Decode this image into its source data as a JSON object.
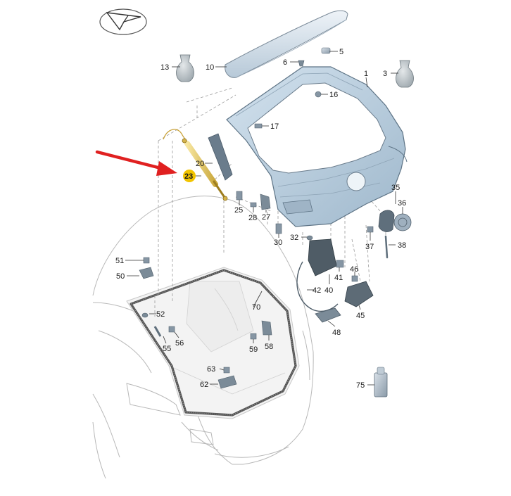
{
  "diagram": {
    "highlight_color": "#f2c400",
    "arrow_color": "#e02020",
    "panel_color": "#b9cfe0",
    "labels": {
      "l1": "1",
      "l3": "3",
      "l5": "5",
      "l6": "6",
      "l10": "10",
      "l13": "13",
      "l16": "16",
      "l17": "17",
      "l20": "20",
      "l23": "23",
      "l25": "25",
      "l27": "27",
      "l28": "28",
      "l30": "30",
      "l32": "32",
      "l35": "35",
      "l36": "36",
      "l37": "37",
      "l38": "38",
      "l40": "40",
      "l41": "41",
      "l42": "42",
      "l45": "45",
      "l46": "46",
      "l48": "48",
      "l50": "50",
      "l51": "51",
      "l52": "52",
      "l55": "55",
      "l56": "56",
      "l58": "58",
      "l59": "59",
      "l62": "62",
      "l63": "63",
      "l70": "70",
      "l75": "75"
    }
  }
}
